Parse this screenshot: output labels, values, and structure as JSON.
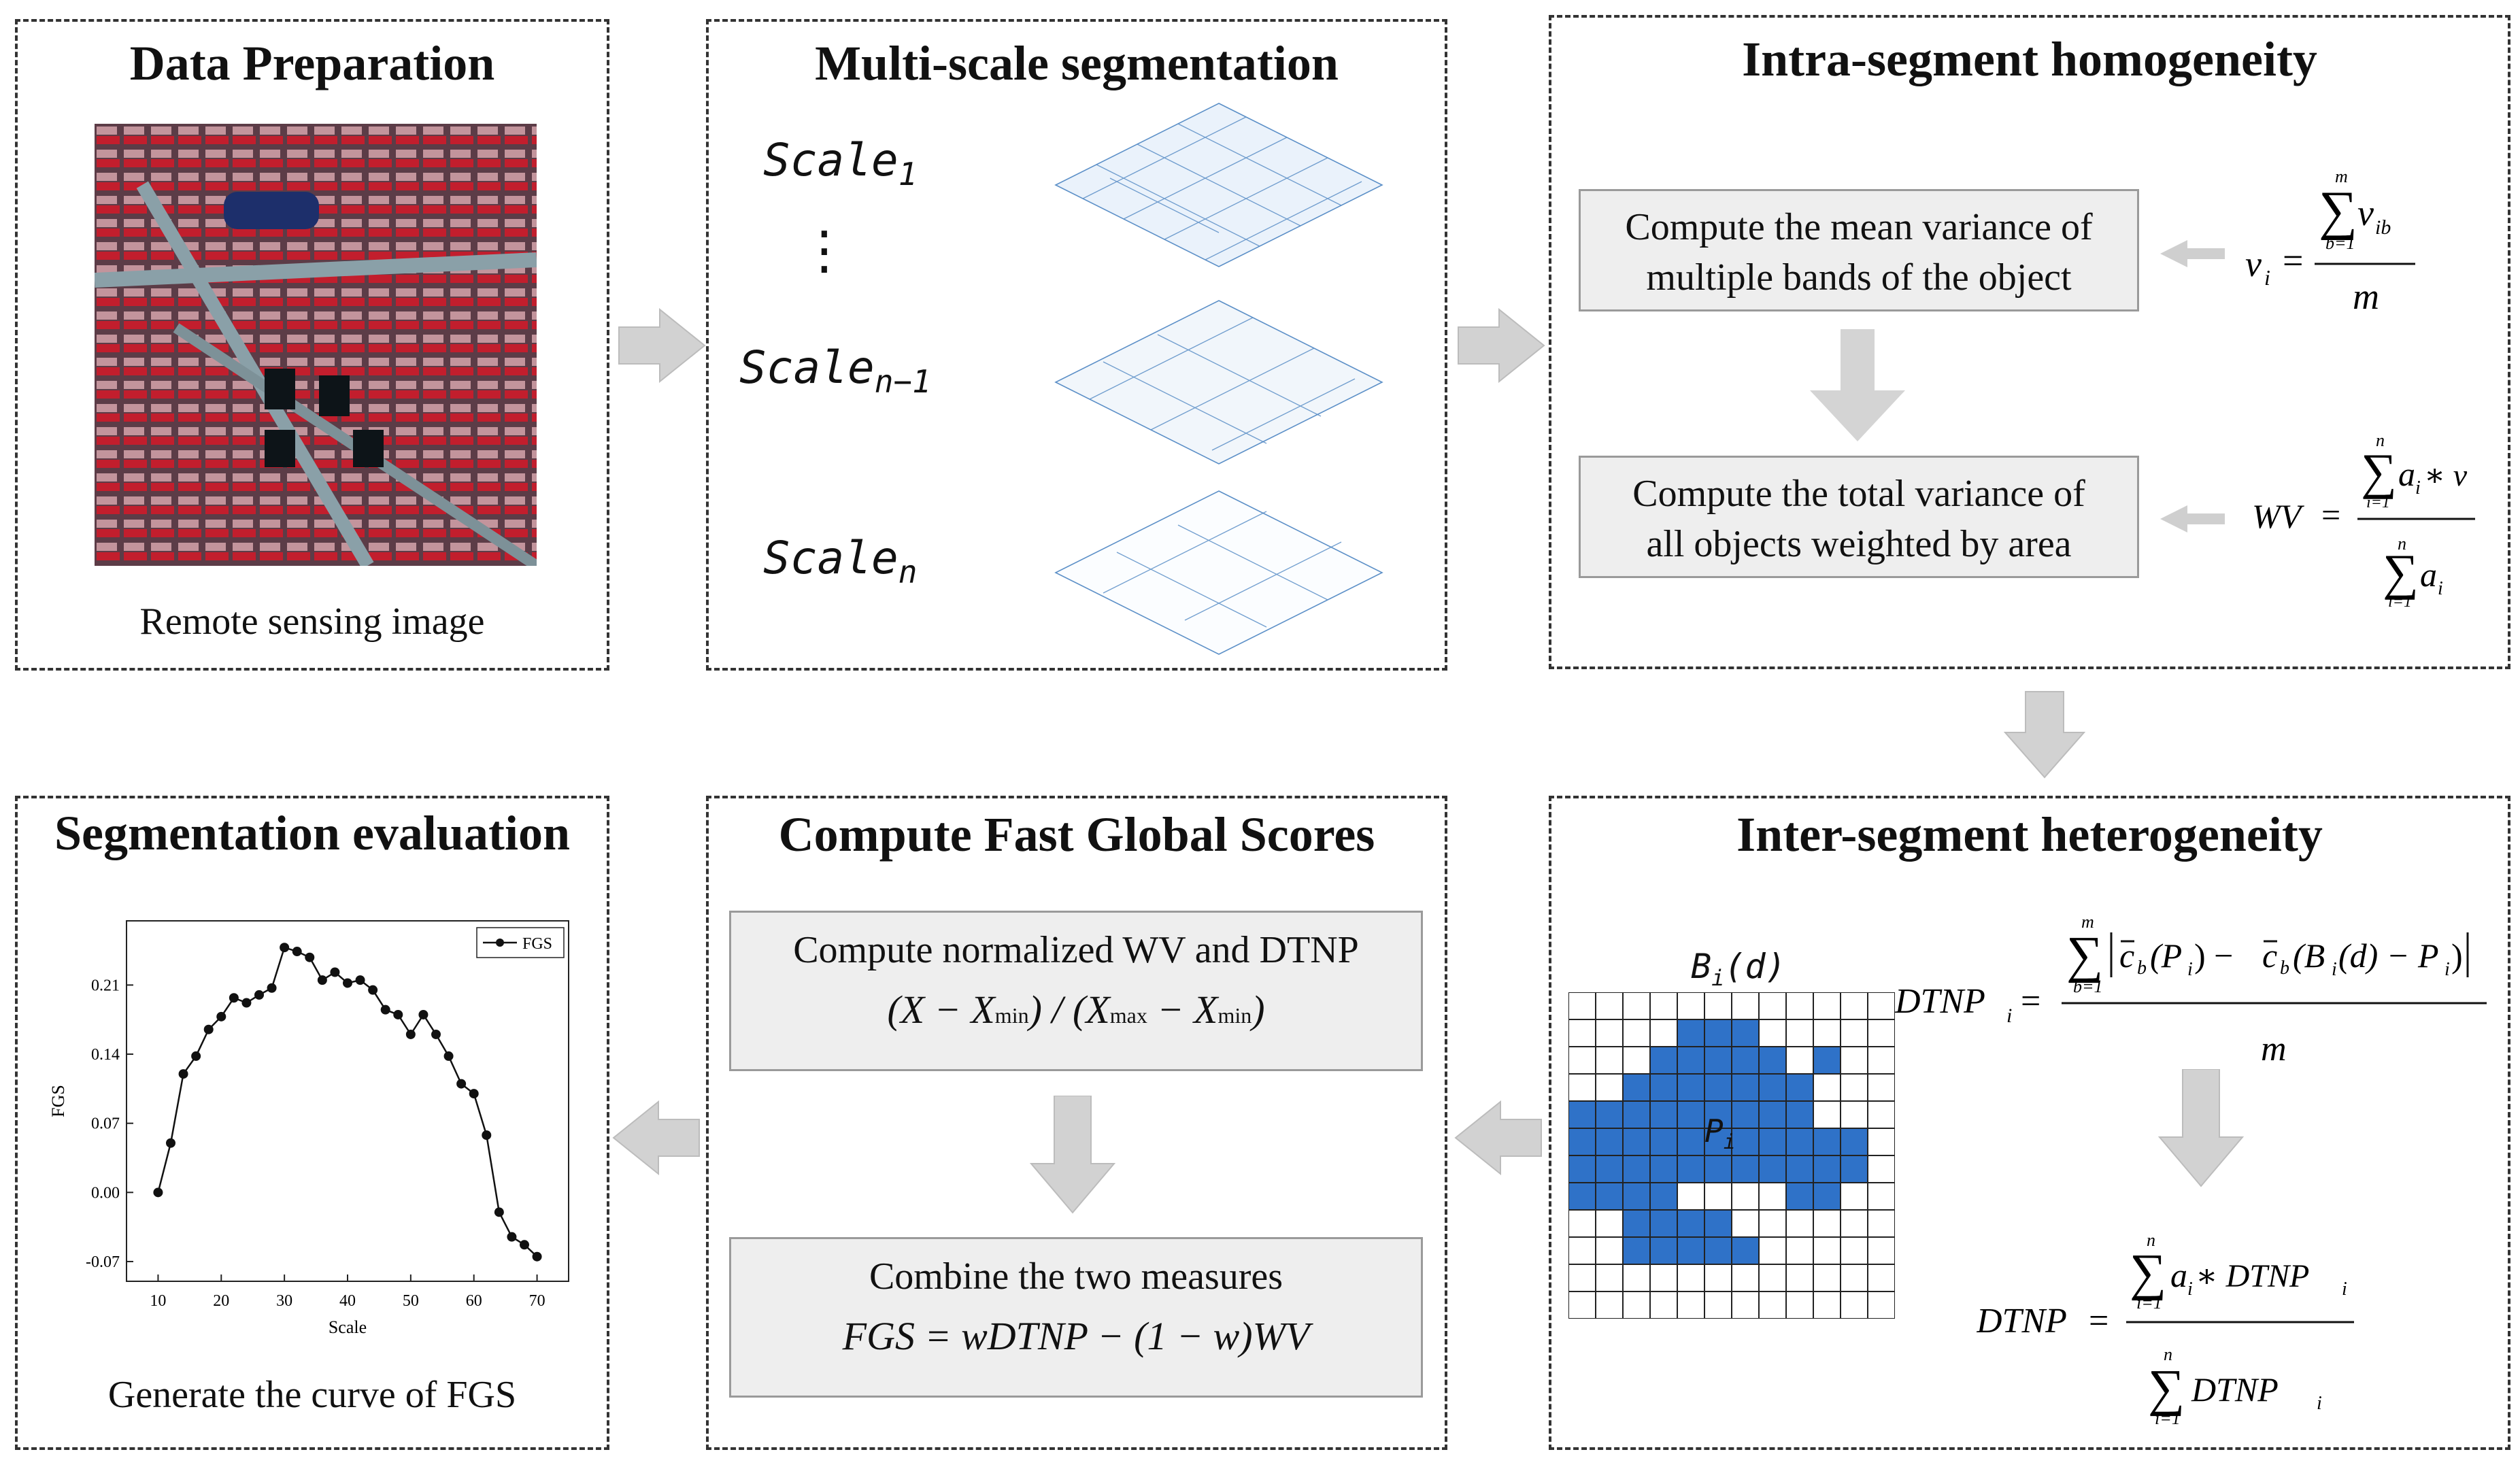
{
  "panels": {
    "data_prep": {
      "title": "Data Preparation",
      "caption": "Remote sensing image"
    },
    "multiscale": {
      "title": "Multi-scale segmentation",
      "scales": [
        "Scale",
        "1",
        "n−1",
        "n"
      ]
    },
    "intra": {
      "title": "Intra-segment homogeneity",
      "box1": [
        "Compute the mean variance of",
        "multiple bands of the object"
      ],
      "box2": [
        "Compute the total variance of",
        "all objects weighted by area"
      ]
    },
    "inter": {
      "title": "Inter-segment heterogeneity",
      "grid_label": "B",
      "grid_label_sub": "i",
      "grid_label_arg": "(d)",
      "center_label": "P",
      "center_sub": "i"
    },
    "fgs": {
      "title": "Compute Fast Global Scores",
      "box1": "Compute normalized WV and DTNP",
      "box1_formula": "(X − X",
      "box2": "Combine the two measures",
      "box2_formula": "FGS = wDTNP − (1 − w)WV"
    },
    "eval": {
      "title": "Segmentation evaluation",
      "caption": "Generate the curve of FGS"
    }
  },
  "chart_data": {
    "type": "line",
    "xlabel": "Scale",
    "ylabel": "FGS",
    "legend": "FGS",
    "legend_position": "top-right",
    "xlim": [
      5,
      75
    ],
    "ylim": [
      -0.09,
      0.275
    ],
    "xticks": [
      10,
      20,
      30,
      40,
      50,
      60,
      70
    ],
    "yticks": [
      -0.07,
      0.0,
      0.07,
      0.14,
      0.21
    ],
    "ytick_labels": [
      "-0.07",
      "0.00",
      "0.07",
      "0.14",
      "0.21"
    ],
    "series": [
      {
        "name": "FGS",
        "x": [
          10,
          12,
          14,
          16,
          18,
          20,
          22,
          24,
          26,
          28,
          30,
          32,
          34,
          36,
          38,
          40,
          42,
          44,
          46,
          48,
          50,
          52,
          54,
          56,
          58,
          60,
          62,
          64,
          66,
          68,
          70
        ],
        "y": [
          0.0,
          0.05,
          0.12,
          0.138,
          0.165,
          0.178,
          0.197,
          0.192,
          0.2,
          0.207,
          0.248,
          0.244,
          0.238,
          0.215,
          0.223,
          0.212,
          0.215,
          0.205,
          0.185,
          0.18,
          0.16,
          0.18,
          0.16,
          0.138,
          0.11,
          0.1,
          0.058,
          -0.02,
          -0.045,
          -0.053,
          -0.065
        ]
      }
    ]
  },
  "formulas": {
    "vi_lhs": "v",
    "vi_sub": "i",
    "vi_sum_top": "m",
    "vi_sum_bot": "b=1",
    "vi_num": "v",
    "vi_num_sub": "ib",
    "vi_den": "m",
    "wv_lhs": "WV",
    "wv_top": "n",
    "wv_bot": "i=1",
    "wv_num": "a",
    "wv_num_sub": "i",
    "wv_num2": "∗ v",
    "wv_den": "a",
    "dtnpi_lhs": "DTNP",
    "dtnpi_sub": "i",
    "dtnpi_num1": "c",
    "dtnpi_num1_sub": "b",
    "dtnpi_num2": "(P",
    "dtnpi_num3": ") − ",
    "dtnpi_num4": "(B",
    "dtnpi_num5": "(d) − P",
    "dtnpi_den": "m",
    "dtnp_lhs": "DTNP",
    "dtnp_num": "a",
    "dtnp_num2": "∗ DTNP",
    "dtnp_den": "DTNP"
  }
}
